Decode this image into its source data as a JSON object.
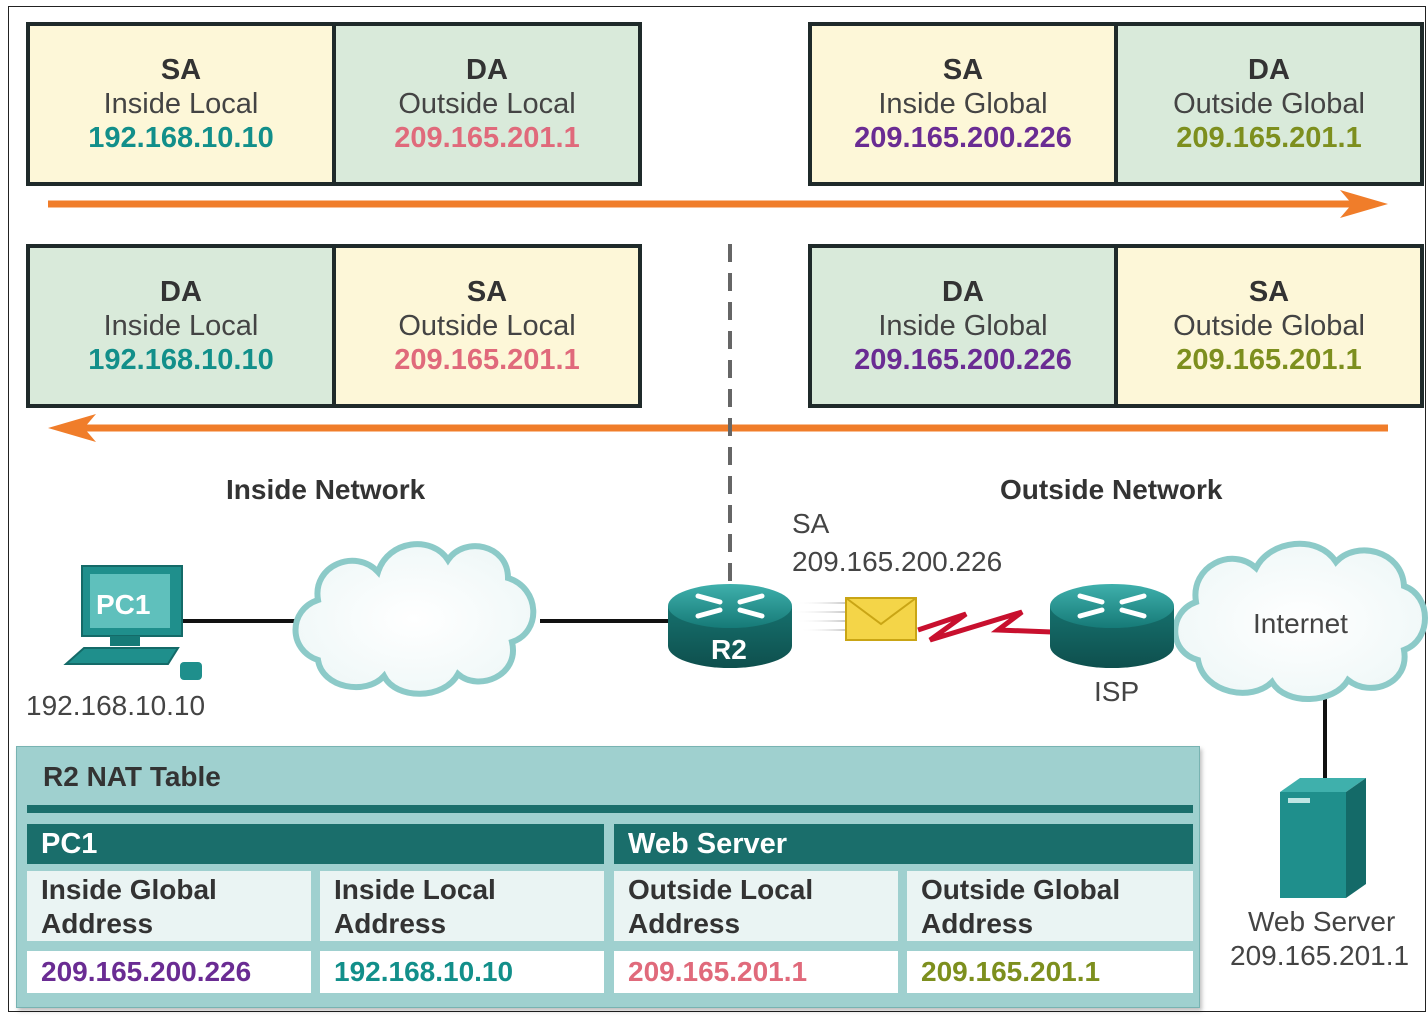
{
  "colors": {
    "arrow": "#f07d2a",
    "inside_local": "#128f8a",
    "outside_local": "#e06a7b",
    "inside_global": "#6a2c93",
    "outside_global": "#7d8f1e",
    "nat_table_bg": "#9fd0cf",
    "nat_header": "#1a6e6b",
    "device_teal": "#1f8f8c",
    "serial_link": "#c8102e"
  },
  "packets": {
    "inside_to_outside": {
      "inside_side": [
        {
          "label": "SA",
          "type": "Inside Local",
          "address": "192.168.10.10"
        },
        {
          "label": "DA",
          "type": "Outside Local",
          "address": "209.165.201.1"
        }
      ],
      "outside_side": [
        {
          "label": "SA",
          "type": "Inside Global",
          "address": "209.165.200.226"
        },
        {
          "label": "DA",
          "type": "Outside Global",
          "address": "209.165.201.1"
        }
      ]
    },
    "outside_to_inside": {
      "inside_side": [
        {
          "label": "DA",
          "type": "Inside Local",
          "address": "192.168.10.10"
        },
        {
          "label": "SA",
          "type": "Outside Local",
          "address": "209.165.201.1"
        }
      ],
      "outside_side": [
        {
          "label": "DA",
          "type": "Inside Global",
          "address": "209.165.200.226"
        },
        {
          "label": "SA",
          "type": "Outside Global",
          "address": "209.165.201.1"
        }
      ]
    }
  },
  "topology": {
    "inside_network_title": "Inside Network",
    "outside_network_title": "Outside Network",
    "pc": {
      "name": "PC1",
      "address": "192.168.10.10"
    },
    "router": {
      "name": "R2"
    },
    "isp": {
      "name": "ISP"
    },
    "internet": {
      "name": "Internet"
    },
    "packet_label": "SA",
    "packet_address": "209.165.200.226",
    "web_server": {
      "name": "Web Server",
      "address": "209.165.201.1"
    }
  },
  "nat_table": {
    "title": "R2 NAT Table",
    "groups": [
      "PC1",
      "Web Server"
    ],
    "columns": [
      {
        "line1": "Inside Global",
        "line2": "Address",
        "value": "209.165.200.226"
      },
      {
        "line1": "Inside Local",
        "line2": "Address",
        "value": "192.168.10.10"
      },
      {
        "line1": "Outside Local",
        "line2": "Address",
        "value": "209.165.201.1"
      },
      {
        "line1": "Outside Global",
        "line2": "Address",
        "value": "209.165.201.1"
      }
    ]
  }
}
